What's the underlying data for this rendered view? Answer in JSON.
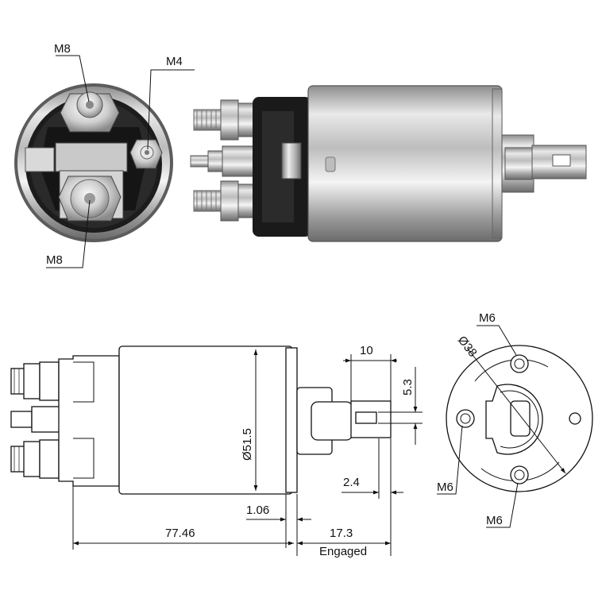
{
  "photo_callouts": {
    "m8_top": "M8",
    "m4": "M4",
    "m8_bottom": "M8"
  },
  "side_drawing": {
    "diameter": "Ø51.5",
    "tab_width": "10",
    "tab_slot": "5.3",
    "offset": "2.4",
    "flange": "1.06",
    "body_length": "77.46",
    "stroke": "17.3",
    "stroke_note": "Engaged"
  },
  "end_view": {
    "bolt_circle": "Ø38",
    "thread_top": "M6",
    "thread_left": "M6",
    "thread_bottom": "M6"
  }
}
